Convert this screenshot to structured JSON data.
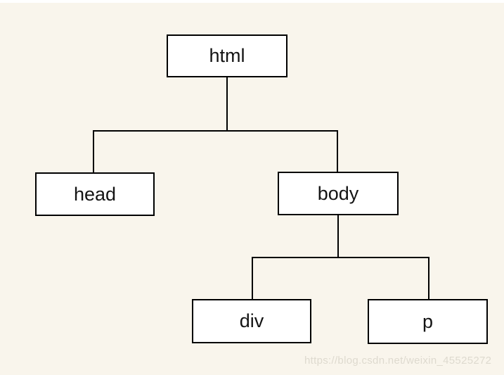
{
  "diagram": {
    "type": "tree",
    "nodes": [
      {
        "id": "html",
        "label": "html"
      },
      {
        "id": "head",
        "label": "head"
      },
      {
        "id": "body",
        "label": "body"
      },
      {
        "id": "div",
        "label": "div"
      },
      {
        "id": "p",
        "label": "p"
      }
    ],
    "edges": [
      {
        "from": "html",
        "to": "head"
      },
      {
        "from": "html",
        "to": "body"
      },
      {
        "from": "body",
        "to": "div"
      },
      {
        "from": "body",
        "to": "p"
      }
    ]
  },
  "watermark": {
    "text": "https://blog.csdn.net/weixin_45525272"
  },
  "colors": {
    "background": "#f9f5ec",
    "top_strip": "#ffffff",
    "node_fill": "#ffffff",
    "node_border": "#000000",
    "edge_line": "#000000",
    "label_text": "#141414",
    "watermark_text": "#dedacf"
  }
}
